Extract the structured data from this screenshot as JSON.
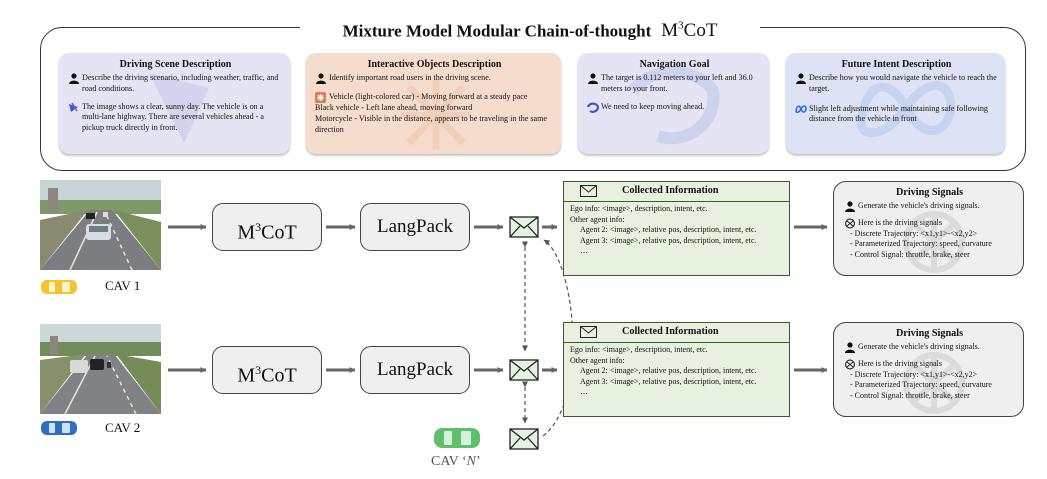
{
  "title": "Mixture Model Modular Chain-of-thought",
  "title_badge": {
    "base": "M",
    "sup": "3",
    "rest": "CoT"
  },
  "panels": {
    "driving_scene": {
      "title": "Driving Scene Description",
      "prompt": "Describe the driving scenario, including weather, traffic, and road conditions.",
      "answer": "The image shows a clear, sunny day. The vehicle is on a multi-lane highway. There are several vehicles ahead - a pickup truck directly in front.",
      "color": "#e4e4f4"
    },
    "interactive_objects": {
      "title": "Interactive Objects Description",
      "prompt": "Identify important road users in the driving scene.",
      "answer_lines": [
        "Vehicle (light-colored car) - Moving forward at a steady pace",
        "Black vehicle - Left lane ahead, moving forward",
        "Motorcycle - Visible in the distance, appears to be traveling in the same direction"
      ],
      "color": "#f5dccd"
    },
    "navigation_goal": {
      "title": "Navigation Goal",
      "prompt": "The target is 0.112 meters to your left and 36.0 meters to your front.",
      "answer": "We need to keep moving ahead.",
      "color": "#e4e4f4"
    },
    "future_intent": {
      "title": "Future Intent Description",
      "prompt": "Describe how you would navigate the vehicle to reach the target.",
      "answer": "Slight left adjustment while maintaining safe following distance from the vehicle in front",
      "color": "#dde3f4"
    }
  },
  "modules": {
    "m3cot": {
      "base": "M",
      "sup": "3",
      "rest": "CoT"
    },
    "langpack": "LangPack"
  },
  "cavs": [
    {
      "label": "CAV 1",
      "car_color": "#f6c232"
    },
    {
      "label": "CAV 2",
      "car_color": "#2f6fc2"
    },
    {
      "label_prefix": "CAV ‘",
      "label_italic": "N",
      "label_suffix": "’",
      "car_color": "#5fbf6c"
    }
  ],
  "collected_info": {
    "title": "Collected Information",
    "ego": "Ego info: <image>, description, intent, etc.",
    "other": "Other agent info:",
    "agent2": "Agent 2: <image>, relative pos, description, intent, etc.",
    "agent3": "Agent 3: <image>, relative pos, description, intent,  etc.",
    "more": "…"
  },
  "driving_signals": {
    "title": "Driving Signals",
    "prompt": "Generate the vehicle's driving signals.",
    "answer": "Here is the driving signals",
    "items": [
      "- Discrete Trajectory: <x1,y1>-<x2,y2>",
      "- Parameterized Trajectory: speed, curvature",
      "- Control Signal: throttle, brake, steer"
    ]
  },
  "icons": [
    "user-icon",
    "gemini-icon",
    "claude-icon",
    "meta-icon",
    "openai-icon",
    "envelope-icon",
    "car-icon"
  ],
  "colors": {
    "collected_bg": "#e8f1df",
    "collected_border": "#3a5a2a",
    "module_bg": "#efefef",
    "arrow": "#666666"
  }
}
